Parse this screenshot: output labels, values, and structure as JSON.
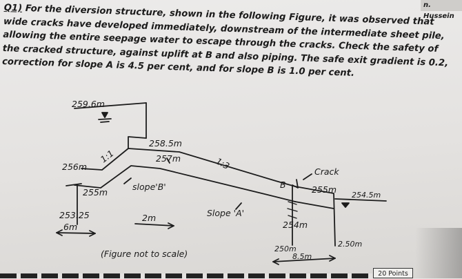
{
  "header": {
    "corner_text": "n. Hussein"
  },
  "question": {
    "label": "Q1)",
    "text": "For the diversion structure, shown in the following Figure, it was observed that wide cracks have developed immediately, downstream of the intermediate sheet pile, allowing the entire seepage water to escape through the cracks. Check the safety of the cracked structure, against uplift at B and also piping. The safe exit gradient is 0.2, correction for slope A is 4.5 per cent, and for slope B is 1.0 per cent."
  },
  "figure": {
    "labels": {
      "us_level": "259.6m",
      "crest": "258.5m",
      "top_257": "257m",
      "floor_256": "256m",
      "level_255": "255m",
      "pile_253": "253.25",
      "upstream_slope": "1:1",
      "downstream_slope": "1:3",
      "slope_b": "slope'B'",
      "slope_a": "Slope 'A'",
      "point_b": "B",
      "crack": "Crack",
      "ds_255": "255m",
      "ds_254_5": "254.5m",
      "level_254": "254m",
      "level_250": "250m",
      "ds_250": "2.50m",
      "dim_6m": "6m",
      "dim_2m": "2m",
      "dim_8_5m": "8.5m",
      "note": "(Figure not to scale)"
    }
  },
  "points_badge": "20 Points"
}
